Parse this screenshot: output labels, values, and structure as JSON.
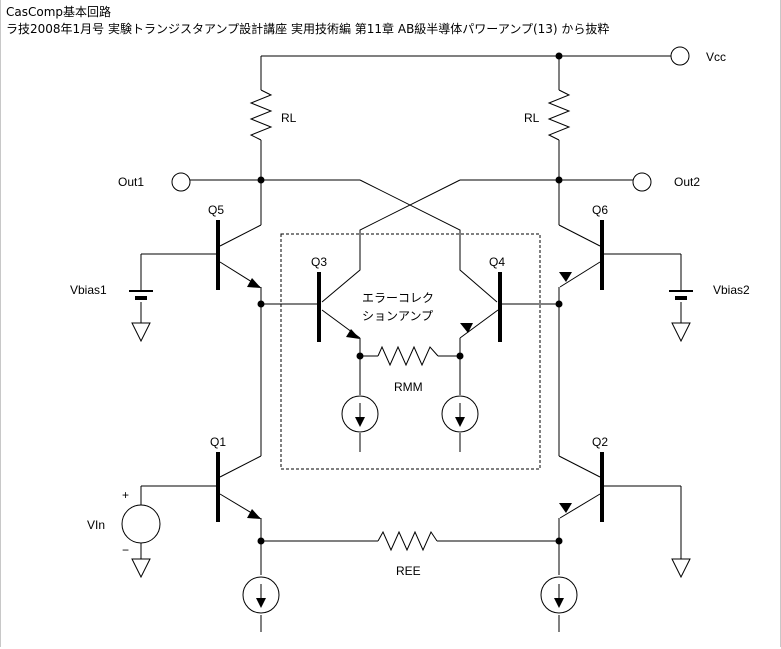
{
  "header": {
    "line1": "CasComp基本回路",
    "line2": "ラ技2008年1月号  実験トランジスタアンプ設計講座    実用技術編     第11章 AB級半導体パワーアンプ(13)  から抜粋"
  },
  "labels": {
    "vcc": "Vcc",
    "rl_left": "RL",
    "rl_right": "RL",
    "out1": "Out1",
    "out2": "Out2",
    "q5": "Q5",
    "q6": "Q6",
    "q3": "Q3",
    "q4": "Q4",
    "q1": "Q1",
    "q2": "Q2",
    "vbias1": "Vbias1",
    "vbias2": "Vbias2",
    "error_amp_line1": "エラーコレクション",
    "error_amp_line1a": "エラーコレク",
    "error_amp_line2": "ションアンプ",
    "rmm": "RMM",
    "ree": "REE",
    "vin": "VIn",
    "plus": "+",
    "minus": "−"
  }
}
